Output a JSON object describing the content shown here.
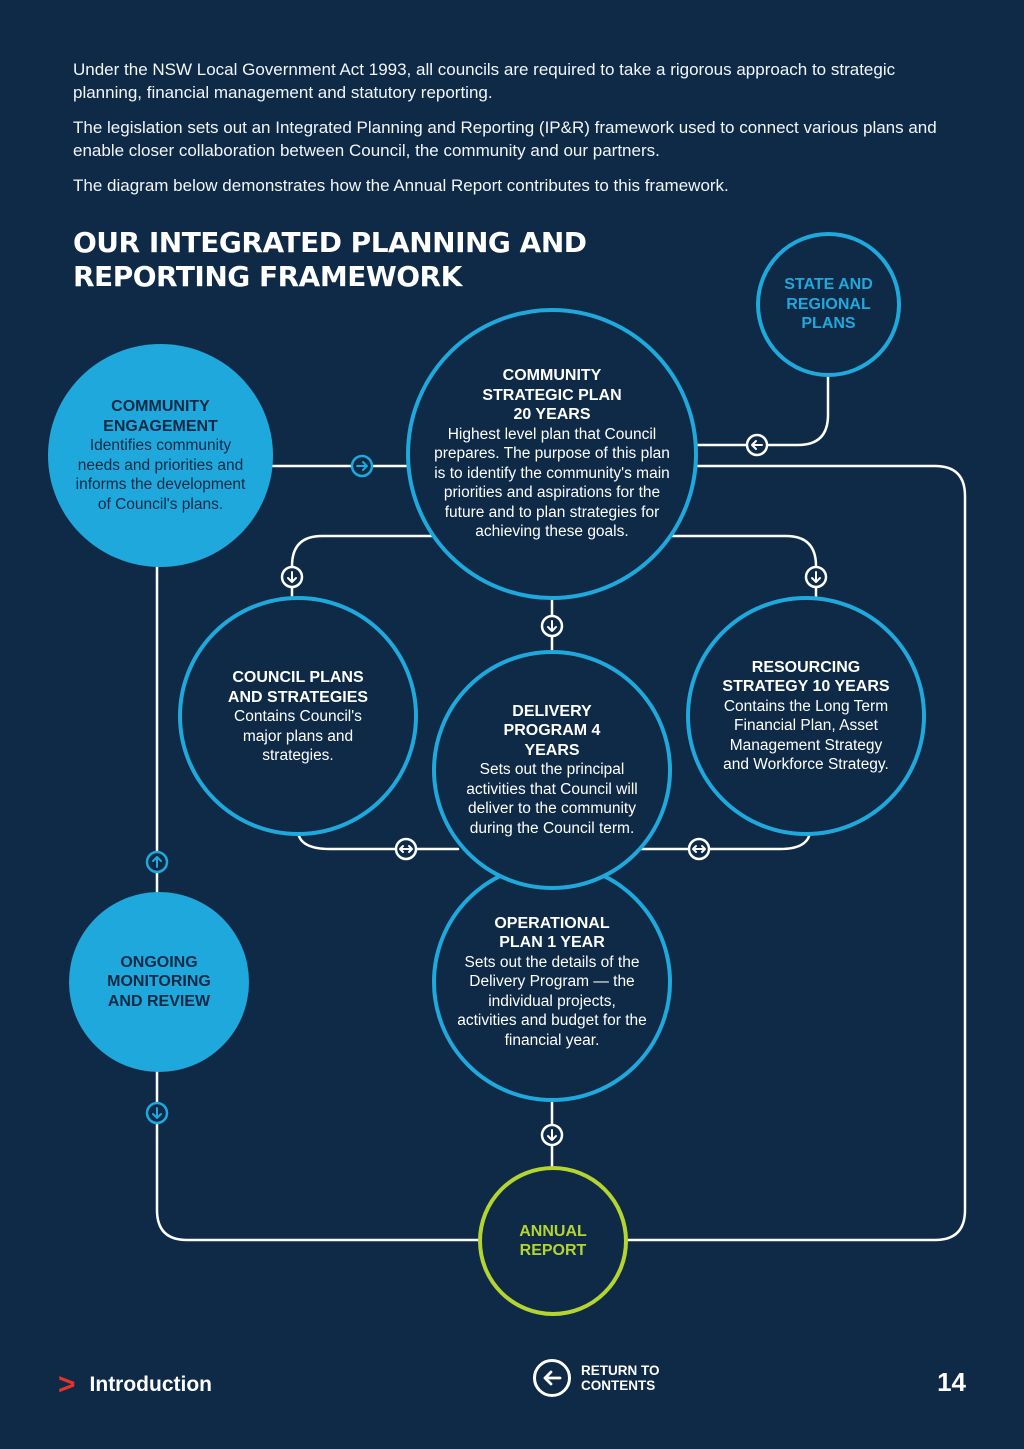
{
  "intro": {
    "p1": "Under the NSW Local Government Act 1993, all councils are required to take a rigorous approach to strategic planning, financial management and statutory reporting.",
    "p2": "The legislation sets out an Integrated Planning and Reporting (IP&R) framework used to connect various plans and enable closer collaboration between Council, the community and our partners.",
    "p3": "The diagram below demonstrates how the Annual Report contributes to this framework."
  },
  "heading": {
    "line1": "Our Integrated Planning and",
    "line2": "Reporting Framework"
  },
  "nodes": {
    "state": {
      "title": "State and Regional Plans"
    },
    "engagement": {
      "title": "Community Engagement",
      "desc": "Identifies community needs and priorities and informs the development of Council's plans."
    },
    "csp": {
      "title": "Community Strategic Plan 20 Years",
      "desc": "Highest level plan that Council prepares. The purpose of this plan is to identify the community's main priorities and aspirations for the future and to plan strategies for achieving these goals."
    },
    "council_plans": {
      "title": "Council Plans and Strategies",
      "desc": "Contains Council's major plans and strategies."
    },
    "delivery": {
      "title": "Delivery Program 4 Years",
      "desc": "Sets out the principal activities that Council will deliver to the community during the Council term."
    },
    "resourcing": {
      "title": "Resourcing Strategy 10 Years",
      "desc": "Contains the Long Term Financial Plan, Asset Management Strategy and Workforce Strategy."
    },
    "operational": {
      "title": "Operational Plan 1 Year",
      "desc": "Sets out the details of the Delivery Program — the individual projects, activities and budget for the financial year."
    },
    "monitoring": {
      "title": "Ongoing Monitoring and Review"
    },
    "annual": {
      "title": "Annual Report"
    }
  },
  "footer": {
    "section": "Introduction",
    "return_label": "Return to Contents",
    "page_number": "14"
  },
  "colors": {
    "background": "#0e2a47",
    "accent_blue": "#1fa8dc",
    "accent_green": "#b4d531",
    "accent_red": "#e63329"
  }
}
